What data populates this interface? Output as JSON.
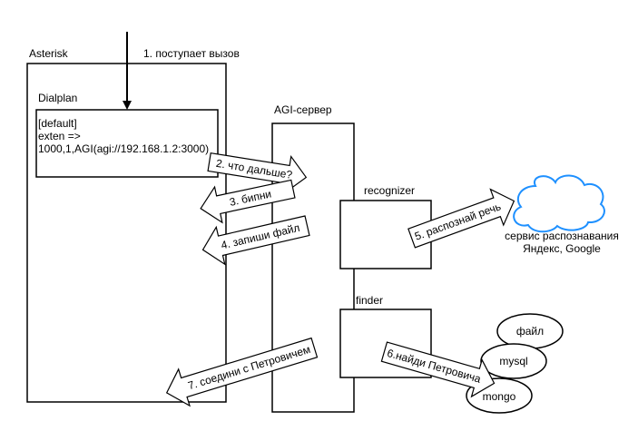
{
  "diagram": {
    "colors": {
      "stroke": "#000000",
      "background": "#ffffff",
      "cloud": "#1e90ff"
    },
    "asterisk": {
      "label": "Asterisk"
    },
    "incoming_call": {
      "label": "1. поступает вызов"
    },
    "dialplan": {
      "label": "Dialplan",
      "code_lines": [
        "[default]",
        "exten =>",
        "1000,1,AGI(agi://192.168.1.2:3000)"
      ]
    },
    "agi_server": {
      "label": "AGI-сервер"
    },
    "recognizer": {
      "label": "recognizer"
    },
    "finder": {
      "label": "finder"
    },
    "recognition_service": {
      "icon": "cloud-icon",
      "label_lines": [
        "сервис распознавания",
        "Яндекс, Google"
      ]
    },
    "steps": {
      "step2": "2. что дальше?",
      "step3": "3. бипни",
      "step4": "4. запиши файл",
      "step5": "5. распознай речь",
      "step6": "6.найди Петровича",
      "step7": "7. соедини с Петровичем"
    },
    "sources": {
      "file": "файл",
      "mysql": "mysql",
      "mongo": "mongo"
    }
  }
}
